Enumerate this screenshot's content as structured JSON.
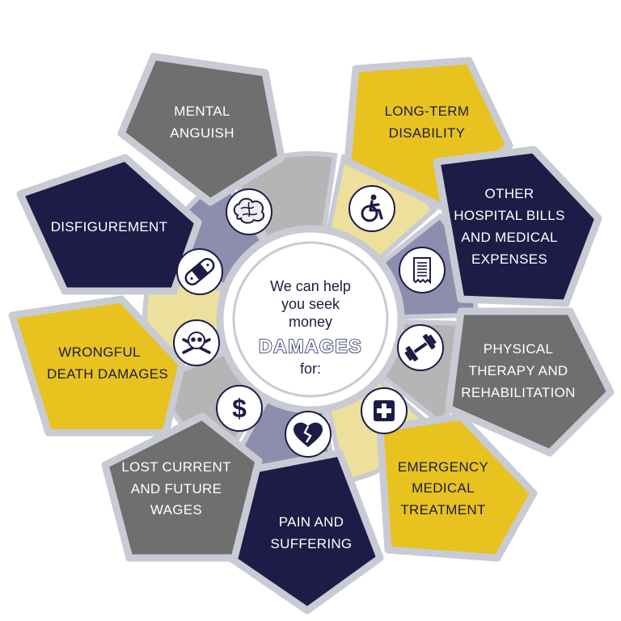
{
  "center": {
    "lines": [
      "We can help",
      "you seek",
      "money"
    ],
    "emphasis": "DAMAGES",
    "suffix": "for:"
  },
  "petals": [
    {
      "id": "mental-anguish",
      "lines": [
        "MENTAL",
        "ANGUISH"
      ],
      "color": "gray",
      "icon": "brain-icon"
    },
    {
      "id": "long-term-disability",
      "lines": [
        "LONG-TERM",
        "DISABILITY"
      ],
      "color": "yellow",
      "icon": "wheelchair-icon"
    },
    {
      "id": "other-hospital-bills",
      "lines": [
        "OTHER",
        "HOSPITAL BILLS",
        "AND MEDICAL",
        "EXPENSES"
      ],
      "color": "navy",
      "icon": "receipt-icon"
    },
    {
      "id": "physical-therapy",
      "lines": [
        "PHYSICAL",
        "THERAPY AND",
        "REHABILITATION"
      ],
      "color": "gray",
      "icon": "dumbbell-icon"
    },
    {
      "id": "emergency-medical",
      "lines": [
        "EMERGENCY",
        "MEDICAL",
        "TREATMENT"
      ],
      "color": "yellow",
      "icon": "medical-cross-icon"
    },
    {
      "id": "pain-and-suffering",
      "lines": [
        "PAIN AND",
        "SUFFERING"
      ],
      "color": "navy",
      "icon": "broken-heart-icon"
    },
    {
      "id": "lost-wages",
      "lines": [
        "LOST CURRENT",
        "AND FUTURE",
        "WAGES"
      ],
      "color": "gray",
      "icon": "dollar-icon"
    },
    {
      "id": "wrongful-death",
      "lines": [
        "WRONGFUL",
        "DEATH DAMAGES"
      ],
      "color": "yellow",
      "icon": "skull-crossbones-icon"
    },
    {
      "id": "disfigurement",
      "lines": [
        "DISFIGUREMENT"
      ],
      "color": "navy",
      "icon": "bandage-icon"
    }
  ],
  "colors": {
    "navy": "#1c1c46",
    "gray": "#6f6f6f",
    "yellow": "#e8c21e",
    "border": "#c8cbd3",
    "innerNavy": "#8d8ead",
    "innerGray": "#b5b5b5",
    "innerYellow": "#ece09c"
  }
}
